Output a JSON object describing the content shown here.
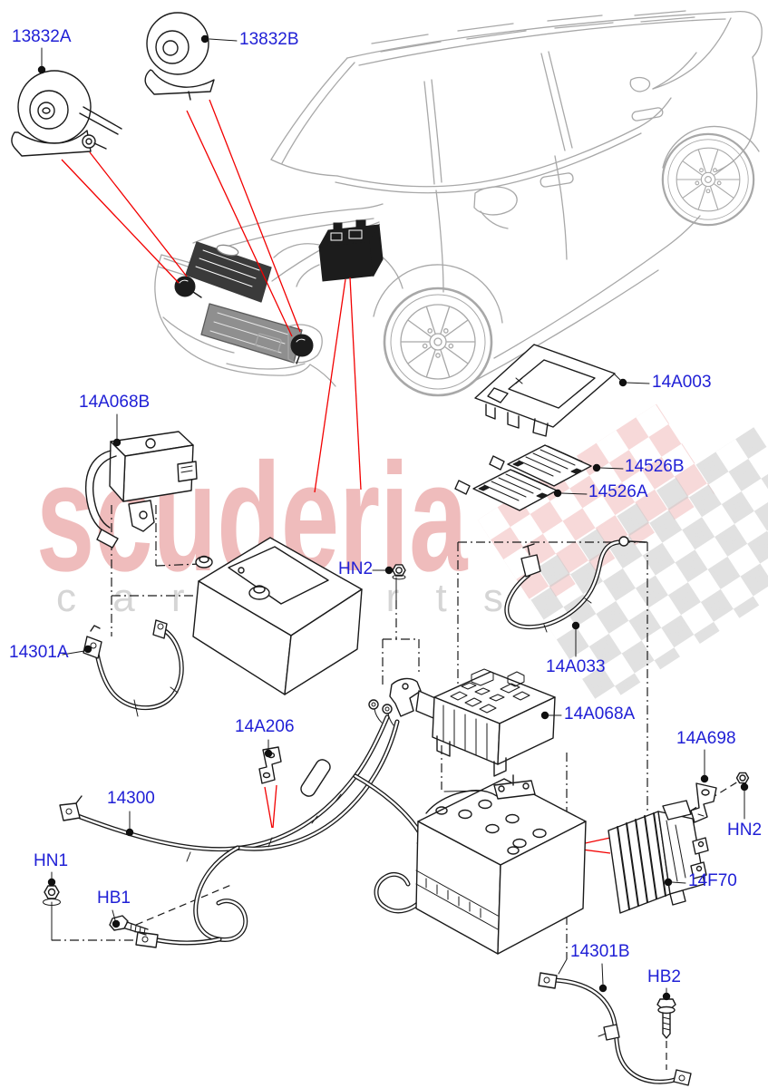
{
  "watermark": {
    "brand": "scuderia",
    "subtitle": "c a r   p a r t s"
  },
  "colors": {
    "part_label_blue": "#2020d6",
    "leader_line_red": "#f20000",
    "diagram_line_black": "#1a1a1a",
    "vehicle_line_gray": "#a8a8a8",
    "watermark_pink": "#efbcbc",
    "watermark_gray": "#d5d5d5",
    "background": "#ffffff"
  },
  "labels": [
    {
      "text": "13832A"
    },
    {
      "text": "13832B"
    },
    {
      "text": "14A068B"
    },
    {
      "text": "14A003"
    },
    {
      "text": "14526B"
    },
    {
      "text": "14526A"
    },
    {
      "text": "HN2"
    },
    {
      "text": "14A033"
    },
    {
      "text": "14301A"
    },
    {
      "text": "14A068A"
    },
    {
      "text": "14A206"
    },
    {
      "text": "14300"
    },
    {
      "text": "14A698"
    },
    {
      "text": "HN2"
    },
    {
      "text": "HN1"
    },
    {
      "text": "HB1"
    },
    {
      "text": "14F70"
    },
    {
      "text": "14301B"
    },
    {
      "text": "HB2"
    }
  ]
}
